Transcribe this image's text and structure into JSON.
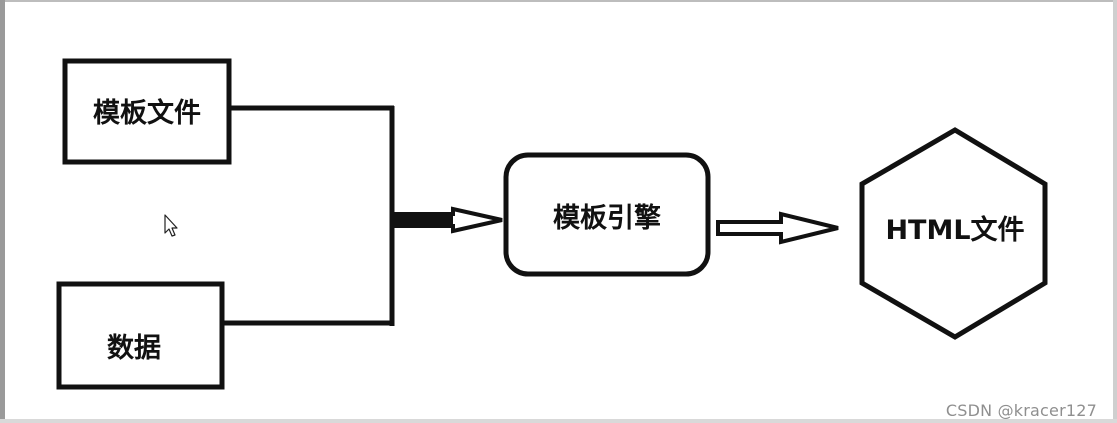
{
  "diagram": {
    "nodes": {
      "template_file": "模板文件",
      "data": "数据",
      "template_engine": "模板引擎",
      "html_file": "HTML文件"
    }
  },
  "watermark": "CSDN @kracer127"
}
